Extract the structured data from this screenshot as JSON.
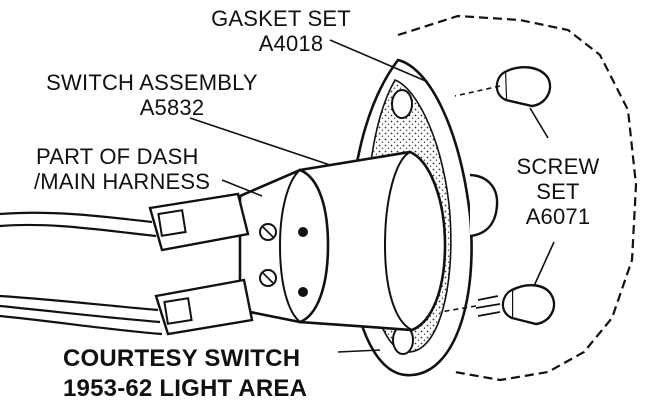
{
  "labels": {
    "gasket_set": {
      "title": "GASKET SET",
      "part": "A4018"
    },
    "switch_assembly": {
      "title": "SWITCH ASSEMBLY",
      "part": "A5832"
    },
    "harness": {
      "line1": "PART OF DASH",
      "line2": "/MAIN HARNESS"
    },
    "screw_set": {
      "line1": "SCREW",
      "line2": "SET",
      "part": "A6071"
    }
  },
  "caption": {
    "line1": "COURTESY SWITCH",
    "line2": "1953-62 LIGHT AREA"
  },
  "colors": {
    "ink": "#111111",
    "paper": "#ffffff",
    "stipple": "#555555"
  }
}
